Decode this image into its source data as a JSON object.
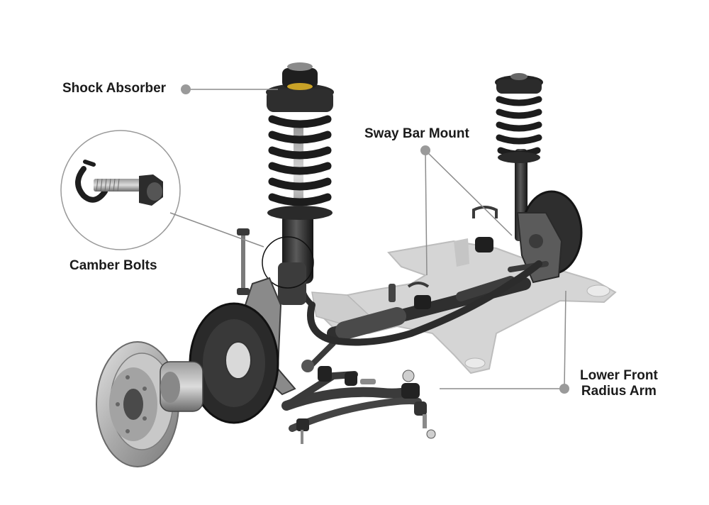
{
  "diagram": {
    "labels": {
      "shock_absorber": "Shock Absorber",
      "sway_bar_mount": "Sway Bar Mount",
      "camber_bolts": "Camber Bolts",
      "lower_front_radius_arm_line1": "Lower Front",
      "lower_front_radius_arm_line2": "Radius Arm"
    },
    "colors": {
      "leader_line": "#8c8c8c",
      "leader_dot": "#9a9a9a",
      "subframe": "#c4c4c4",
      "metal_dark": "#2a2a2a",
      "spring": "#1f1f1f",
      "disc": "#b9b9b9"
    }
  }
}
